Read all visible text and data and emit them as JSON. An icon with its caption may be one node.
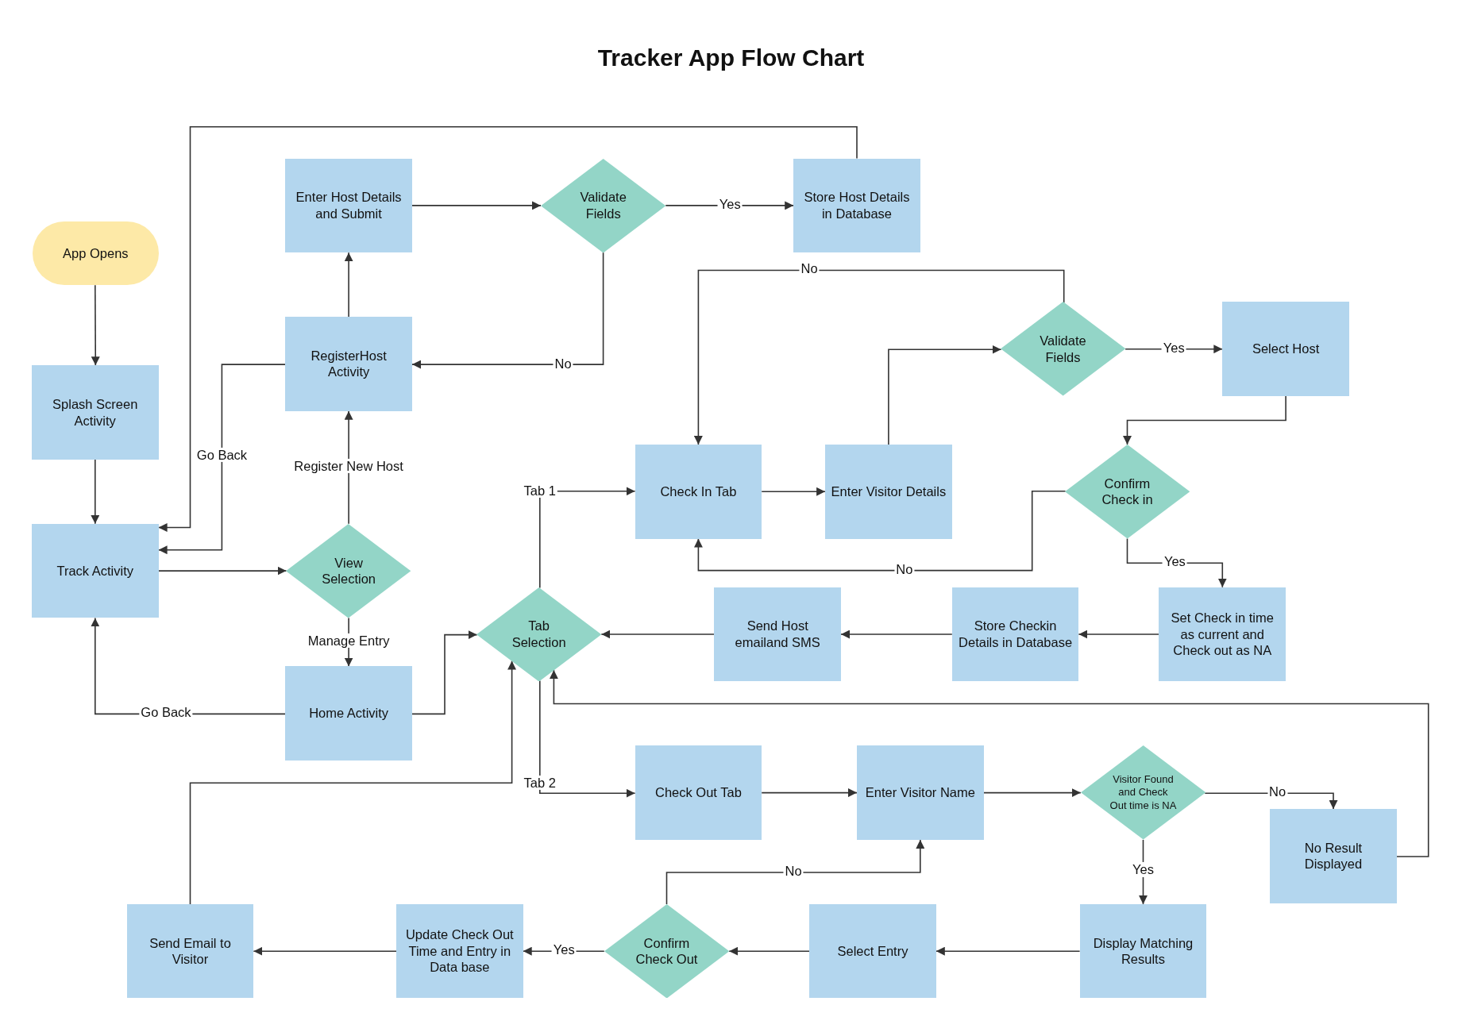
{
  "diagram": {
    "title": "Tracker App Flow Chart",
    "nodes": [
      {
        "text": [
          "App Opens"
        ]
      },
      {
        "text": [
          "Splash Screen Activity"
        ]
      },
      {
        "text": [
          "Track Activity"
        ]
      },
      {
        "text": [
          "Enter Host Details and Submit"
        ]
      },
      {
        "text": [
          "Validate Fields"
        ]
      },
      {
        "text": [
          "Store Host Details in Database"
        ]
      },
      {
        "text": [
          "RegisterHost Activity"
        ]
      },
      {
        "text": [
          "View Selection"
        ]
      },
      {
        "text": [
          "Home Activity"
        ]
      },
      {
        "text": [
          "Check In Tab"
        ]
      },
      {
        "text": [
          "Enter Visitor Details"
        ]
      },
      {
        "text": [
          "Validate Fields"
        ]
      },
      {
        "text": [
          "Select Host"
        ]
      },
      {
        "text": [
          "Confirm Check in"
        ]
      },
      {
        "text": [
          "Tab Selection"
        ]
      },
      {
        "text": [
          "Send Host emailand SMS"
        ]
      },
      {
        "text": [
          "Store Checkin Details in Database"
        ]
      },
      {
        "text": [
          "Set Check in time as current and Check out as NA"
        ]
      },
      {
        "text": [
          "Check Out Tab"
        ]
      },
      {
        "text": [
          "Enter Visitor Name"
        ]
      },
      {
        "text": [
          "Visitor Found and Check Out time is NA"
        ]
      },
      {
        "text": [
          "No Result Displayed"
        ]
      },
      {
        "text": [
          "Send Email to Visitor"
        ]
      },
      {
        "text": [
          "Update Check Out Time and Entry in Data base"
        ]
      },
      {
        "text": [
          "Confirm Check Out"
        ]
      },
      {
        "text": [
          "Select Entry"
        ]
      },
      {
        "text": [
          "Display Matching Results"
        ]
      }
    ],
    "edges": [
      {
        "from": 0,
        "to": 1,
        "arrow": "to"
      },
      {
        "from": 1,
        "to": 2,
        "arrow": "to"
      },
      {
        "from": 2,
        "to": 7,
        "arrow": "to"
      },
      {
        "from": 7,
        "to": 6,
        "arrow": "to",
        "label": "Register New Host"
      },
      {
        "from": 6,
        "to": 3,
        "arrow": "to"
      },
      {
        "from": 3,
        "to": 4,
        "arrow": "to"
      },
      {
        "from": 4,
        "to": 5,
        "arrow": "to",
        "label": "Yes"
      },
      {
        "from": 4,
        "to": 6,
        "arrow": "to",
        "label": "No"
      },
      {
        "from": 5,
        "to": 2,
        "arrow": "to"
      },
      {
        "from": 6,
        "to": 2,
        "arrow": "to",
        "label": "Go Back"
      },
      {
        "from": 7,
        "to": 8,
        "arrow": "to",
        "label": "Manage Entry"
      },
      {
        "from": 8,
        "to": 2,
        "arrow": "to",
        "label": "Go Back"
      },
      {
        "from": 8,
        "to": 14,
        "arrow": "to"
      },
      {
        "from": 14,
        "to": 9,
        "arrow": "to",
        "label": "Tab 1"
      },
      {
        "from": 14,
        "to": 18,
        "arrow": "to",
        "label": "Tab 2"
      },
      {
        "from": 9,
        "to": 10,
        "arrow": "to"
      },
      {
        "from": 10,
        "to": 11,
        "arrow": "to"
      },
      {
        "from": 11,
        "to": 12,
        "arrow": "to",
        "label": "Yes"
      },
      {
        "from": 11,
        "to": 9,
        "arrow": "to",
        "label": "No"
      },
      {
        "from": 12,
        "to": 13,
        "arrow": "to"
      },
      {
        "from": 13,
        "to": 9,
        "arrow": "to",
        "label": "No"
      },
      {
        "from": 13,
        "to": 17,
        "arrow": "to",
        "label": "Yes"
      },
      {
        "from": 17,
        "to": 16,
        "arrow": "to"
      },
      {
        "from": 16,
        "to": 15,
        "arrow": "to"
      },
      {
        "from": 15,
        "to": 14,
        "arrow": "to"
      },
      {
        "from": 18,
        "to": 19,
        "arrow": "to"
      },
      {
        "from": 19,
        "to": 20,
        "arrow": "to"
      },
      {
        "from": 20,
        "to": 21,
        "arrow": "to",
        "label": "No"
      },
      {
        "from": 21,
        "to": 14,
        "arrow": "to"
      },
      {
        "from": 20,
        "to": 26,
        "arrow": "to",
        "label": "Yes"
      },
      {
        "from": 26,
        "to": 25,
        "arrow": "to"
      },
      {
        "from": 25,
        "to": 24,
        "arrow": "to"
      },
      {
        "from": 24,
        "to": 23,
        "arrow": "to",
        "label": "Yes"
      },
      {
        "from": 23,
        "to": 22,
        "arrow": "to"
      },
      {
        "from": 24,
        "to": 19,
        "arrow": "to",
        "label": "No"
      },
      {
        "from": 22,
        "to": 14,
        "arrow": "to"
      }
    ]
  }
}
